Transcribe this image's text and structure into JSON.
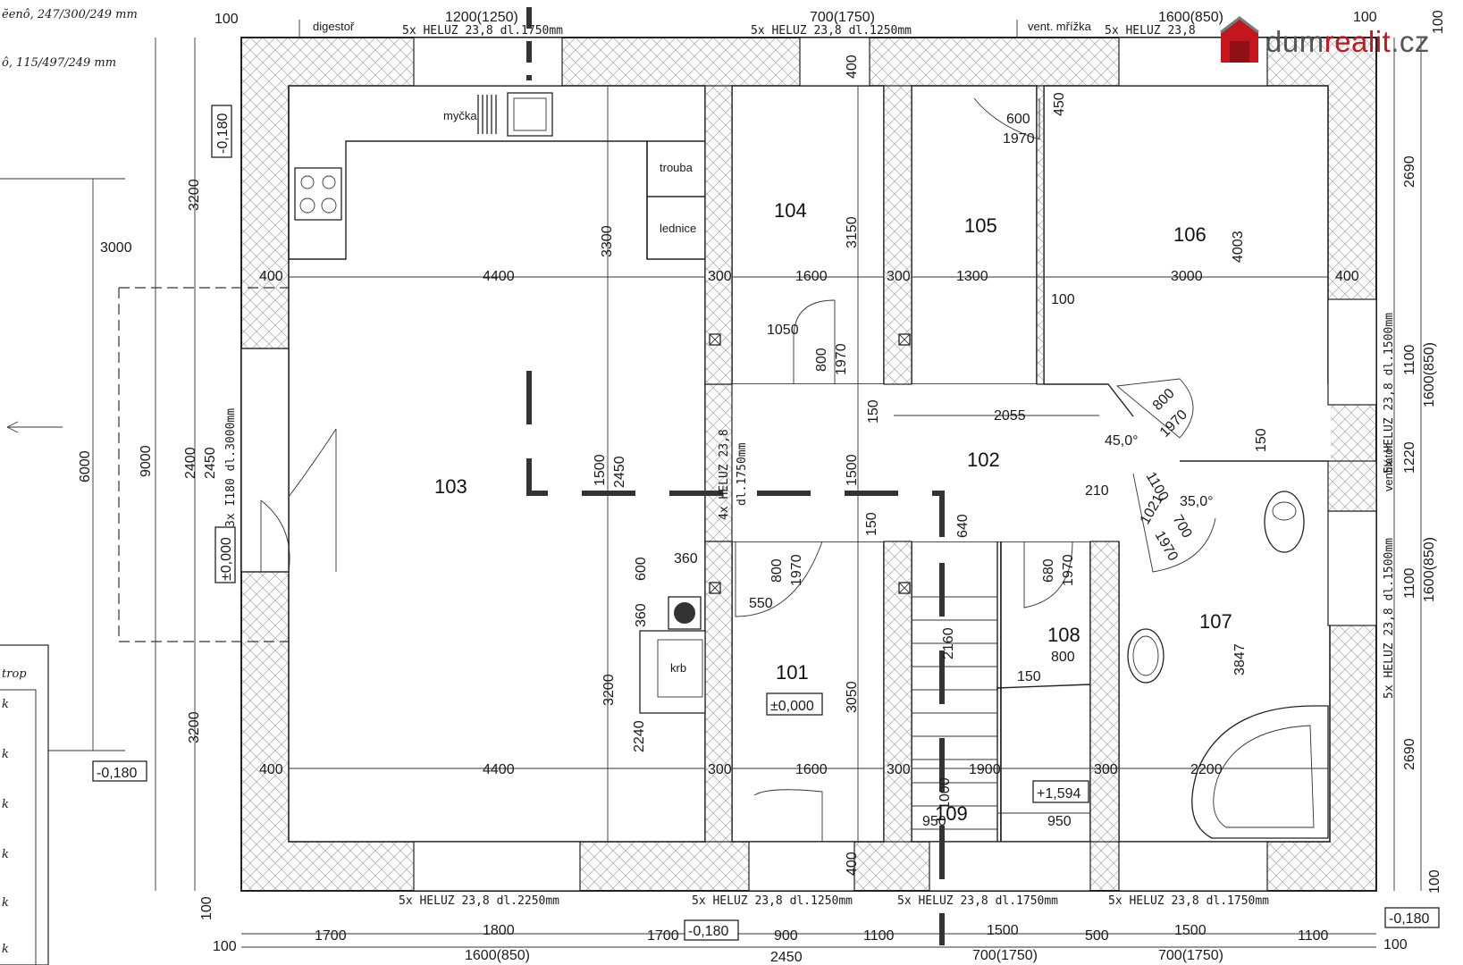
{
  "header": {
    "top_left_line1": "ĕenô, 247/300/249 mm",
    "top_left_line2": "ô, 115/497/249 mm"
  },
  "logo": {
    "text_part1": "dum",
    "text_part2": "realit",
    "text_part3": ".cz",
    "brand_color": "#c4161c",
    "text_color": "#555555"
  },
  "rooms": {
    "r101": "101",
    "r102": "102",
    "r103": "103",
    "r104": "104",
    "r105": "105",
    "r106": "106",
    "r107": "107",
    "r108": "108",
    "r109": "109"
  },
  "fixtures": {
    "digestor": "digestoř",
    "myčka": "myčka",
    "trouba": "trouba",
    "lednice": "lednice",
    "krb": "krb",
    "vent_grill": "vent. mřížka",
    "fan": "ventilátor"
  },
  "levels": {
    "l_top_left": "-0,180",
    "l_mid_left": "±0,000",
    "l_bottom_left": "-0,180",
    "l_bottom_mid": "-0,180",
    "l_bottom_right": "-0,180",
    "l_room101": "±0,000",
    "l_stair": "+1,594"
  },
  "lintels": {
    "top1": "5x HELUZ 23,8 dl.1750mm",
    "top2": "5x HELUZ 23,8 dl.1250mm",
    "top3": "5x HELUZ 23,8",
    "bottom1": "5x HELUZ 23,8 dl.2250mm",
    "bottom2": "5x HELUZ 23,8 dl.1250mm",
    "bottom3": "5x HELUZ 23,8 dl.1750mm",
    "bottom4": "5x HELUZ 23,8 dl.1750mm",
    "left": "3x I180 dl.3000mm",
    "mid_v1": "4x HELUZ 23,8",
    "mid_v2": "dl.1750mm",
    "right1": "5x HELUZ 23,8 dl.1500mm",
    "right2": "5x HELUZ 23,8 dl.1500mm"
  },
  "dims": {
    "top_a": "1200(1250)",
    "top_b": "700(1750)",
    "top_c": "1600(850)",
    "d100_tl": "100",
    "d100_tr": "100",
    "d400_k": "400",
    "d450": "450",
    "d600": "600",
    "d1970a": "1970",
    "d3200a": "3200",
    "d3300": "3300",
    "d3150": "3150",
    "d4003": "4003",
    "d2690a": "2690",
    "d3000": "3000",
    "d400a": "400",
    "d4400a": "4400",
    "d300a": "300",
    "d1600a": "1600",
    "d300b": "300",
    "d1300": "1300",
    "d3000b": "3000",
    "d400b": "400",
    "d100c": "100",
    "d1050": "1050",
    "d800a": "800",
    "d1970b": "1970",
    "d2055": "2055",
    "d150a": "150",
    "d800b": "800",
    "d1970c": "1970",
    "d45": "45,0°",
    "d1100a": "1100",
    "d150b": "150",
    "d210": "210",
    "d1021": "1021",
    "d35": "35,0°",
    "d700": "700",
    "d1970d": "1970",
    "d1100r": "1100",
    "d1600r": "1600(850)",
    "d1220": "1220",
    "d1100r2": "1100",
    "d1600r2": "1600(850)",
    "d6000": "6000",
    "d9000": "9000",
    "d2400": "2400",
    "d2450a": "2450",
    "d1500a": "1500",
    "d2450b": "2450",
    "d1500b": "1500",
    "d150c": "150",
    "d640": "640",
    "d360a": "360",
    "d600b": "600",
    "d800c": "800",
    "d1970e": "1970",
    "d550": "550",
    "d360b": "360",
    "d680": "680",
    "d1970f": "1970",
    "d800d": "800",
    "d2160": "2160",
    "d150d": "150",
    "d3200b": "3200",
    "d2240": "2240",
    "d3050": "3050",
    "d3847": "3847",
    "d2690b": "2690",
    "d3200c": "3200",
    "d400c": "400",
    "d4400b": "4400",
    "d300c": "300",
    "d1600b": "1600",
    "d300d": "300",
    "d1900": "1900",
    "d300e": "300",
    "d2200": "2200",
    "d1000": "1000",
    "d950a": "950",
    "d950b": "950",
    "d400d": "400",
    "d100d": "100",
    "d100e": "100",
    "d100f": "100",
    "b1700a": "1700",
    "b1800": "1800",
    "b1700b": "1700",
    "b900": "900",
    "b1100a": "1100",
    "b1500a": "1500",
    "b500": "500",
    "b1500b": "1500",
    "b1100b": "1100",
    "b100r": "100",
    "b1600": "1600(850)",
    "b2450": "2450",
    "b700a": "700(1750)",
    "b700b": "700(1750)",
    "d100v": "100"
  },
  "legend": {
    "title": "trop",
    "items": [
      "k",
      "k",
      "k",
      "k",
      "k",
      "k"
    ]
  }
}
